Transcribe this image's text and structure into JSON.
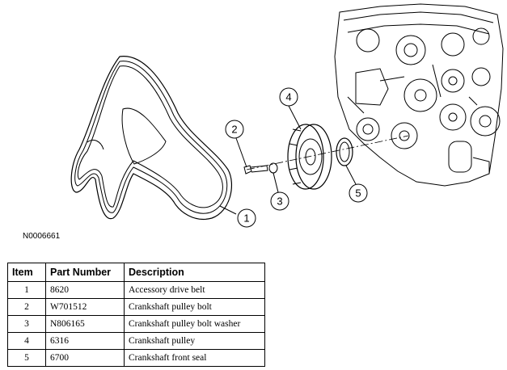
{
  "figure_id": "N0006661",
  "callouts": [
    "1",
    "2",
    "3",
    "4",
    "5"
  ],
  "table": {
    "headers": [
      "Item",
      "Part Number",
      "Description"
    ],
    "rows": [
      {
        "item": "1",
        "part": "8620",
        "desc": "Accessory drive belt"
      },
      {
        "item": "2",
        "part": "W701512",
        "desc": "Crankshaft pulley bolt"
      },
      {
        "item": "3",
        "part": "N806165",
        "desc": "Crankshaft pulley bolt washer"
      },
      {
        "item": "4",
        "part": "6316",
        "desc": "Crankshaft pulley"
      },
      {
        "item": "5",
        "part": "6700",
        "desc": "Crankshaft front seal"
      }
    ]
  }
}
